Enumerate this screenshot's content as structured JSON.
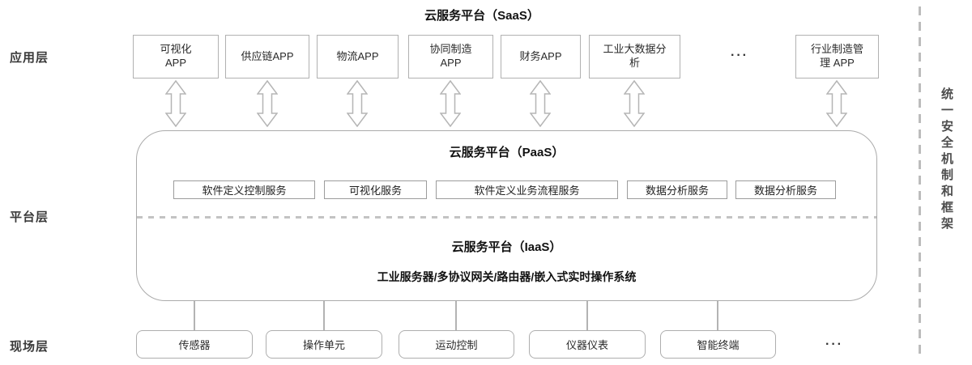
{
  "header": {
    "title": "云服务平台（SaaS）"
  },
  "layer_labels": {
    "application": "应用层",
    "platform": "平台层",
    "field": "现场层"
  },
  "application_layer": {
    "apps": [
      "可视化\nAPP",
      "供应链APP",
      "物流APP",
      "协同制造\nAPP",
      "财务APP",
      "工业大数据分\n析",
      "行业制造管\n理 APP"
    ],
    "ellipsis": "···"
  },
  "platform_layer": {
    "paas_title": "云服务平台（PaaS）",
    "services": [
      "软件定义控制服务",
      "可视化服务",
      "软件定义业务流程服务",
      "数据分析服务",
      "数据分析服务"
    ],
    "iaas_title": "云服务平台（IaaS）",
    "infrastructure": "工业服务器/多协议网关/路由器/嵌入式实时操作系统"
  },
  "field_layer": {
    "devices": [
      "传感器",
      "操作单元",
      "运动控制",
      "仪器仪表",
      "智能终端"
    ],
    "ellipsis": "···"
  },
  "sidebar": {
    "security_note": "统一安全机制和框架"
  },
  "icons": {
    "flow": "up-down-arrow"
  },
  "colors": {
    "box_border": "#b1b1b1",
    "container_border": "#ababab",
    "dashed_gray": "#c3c3c3",
    "text_dark": "#111111"
  }
}
